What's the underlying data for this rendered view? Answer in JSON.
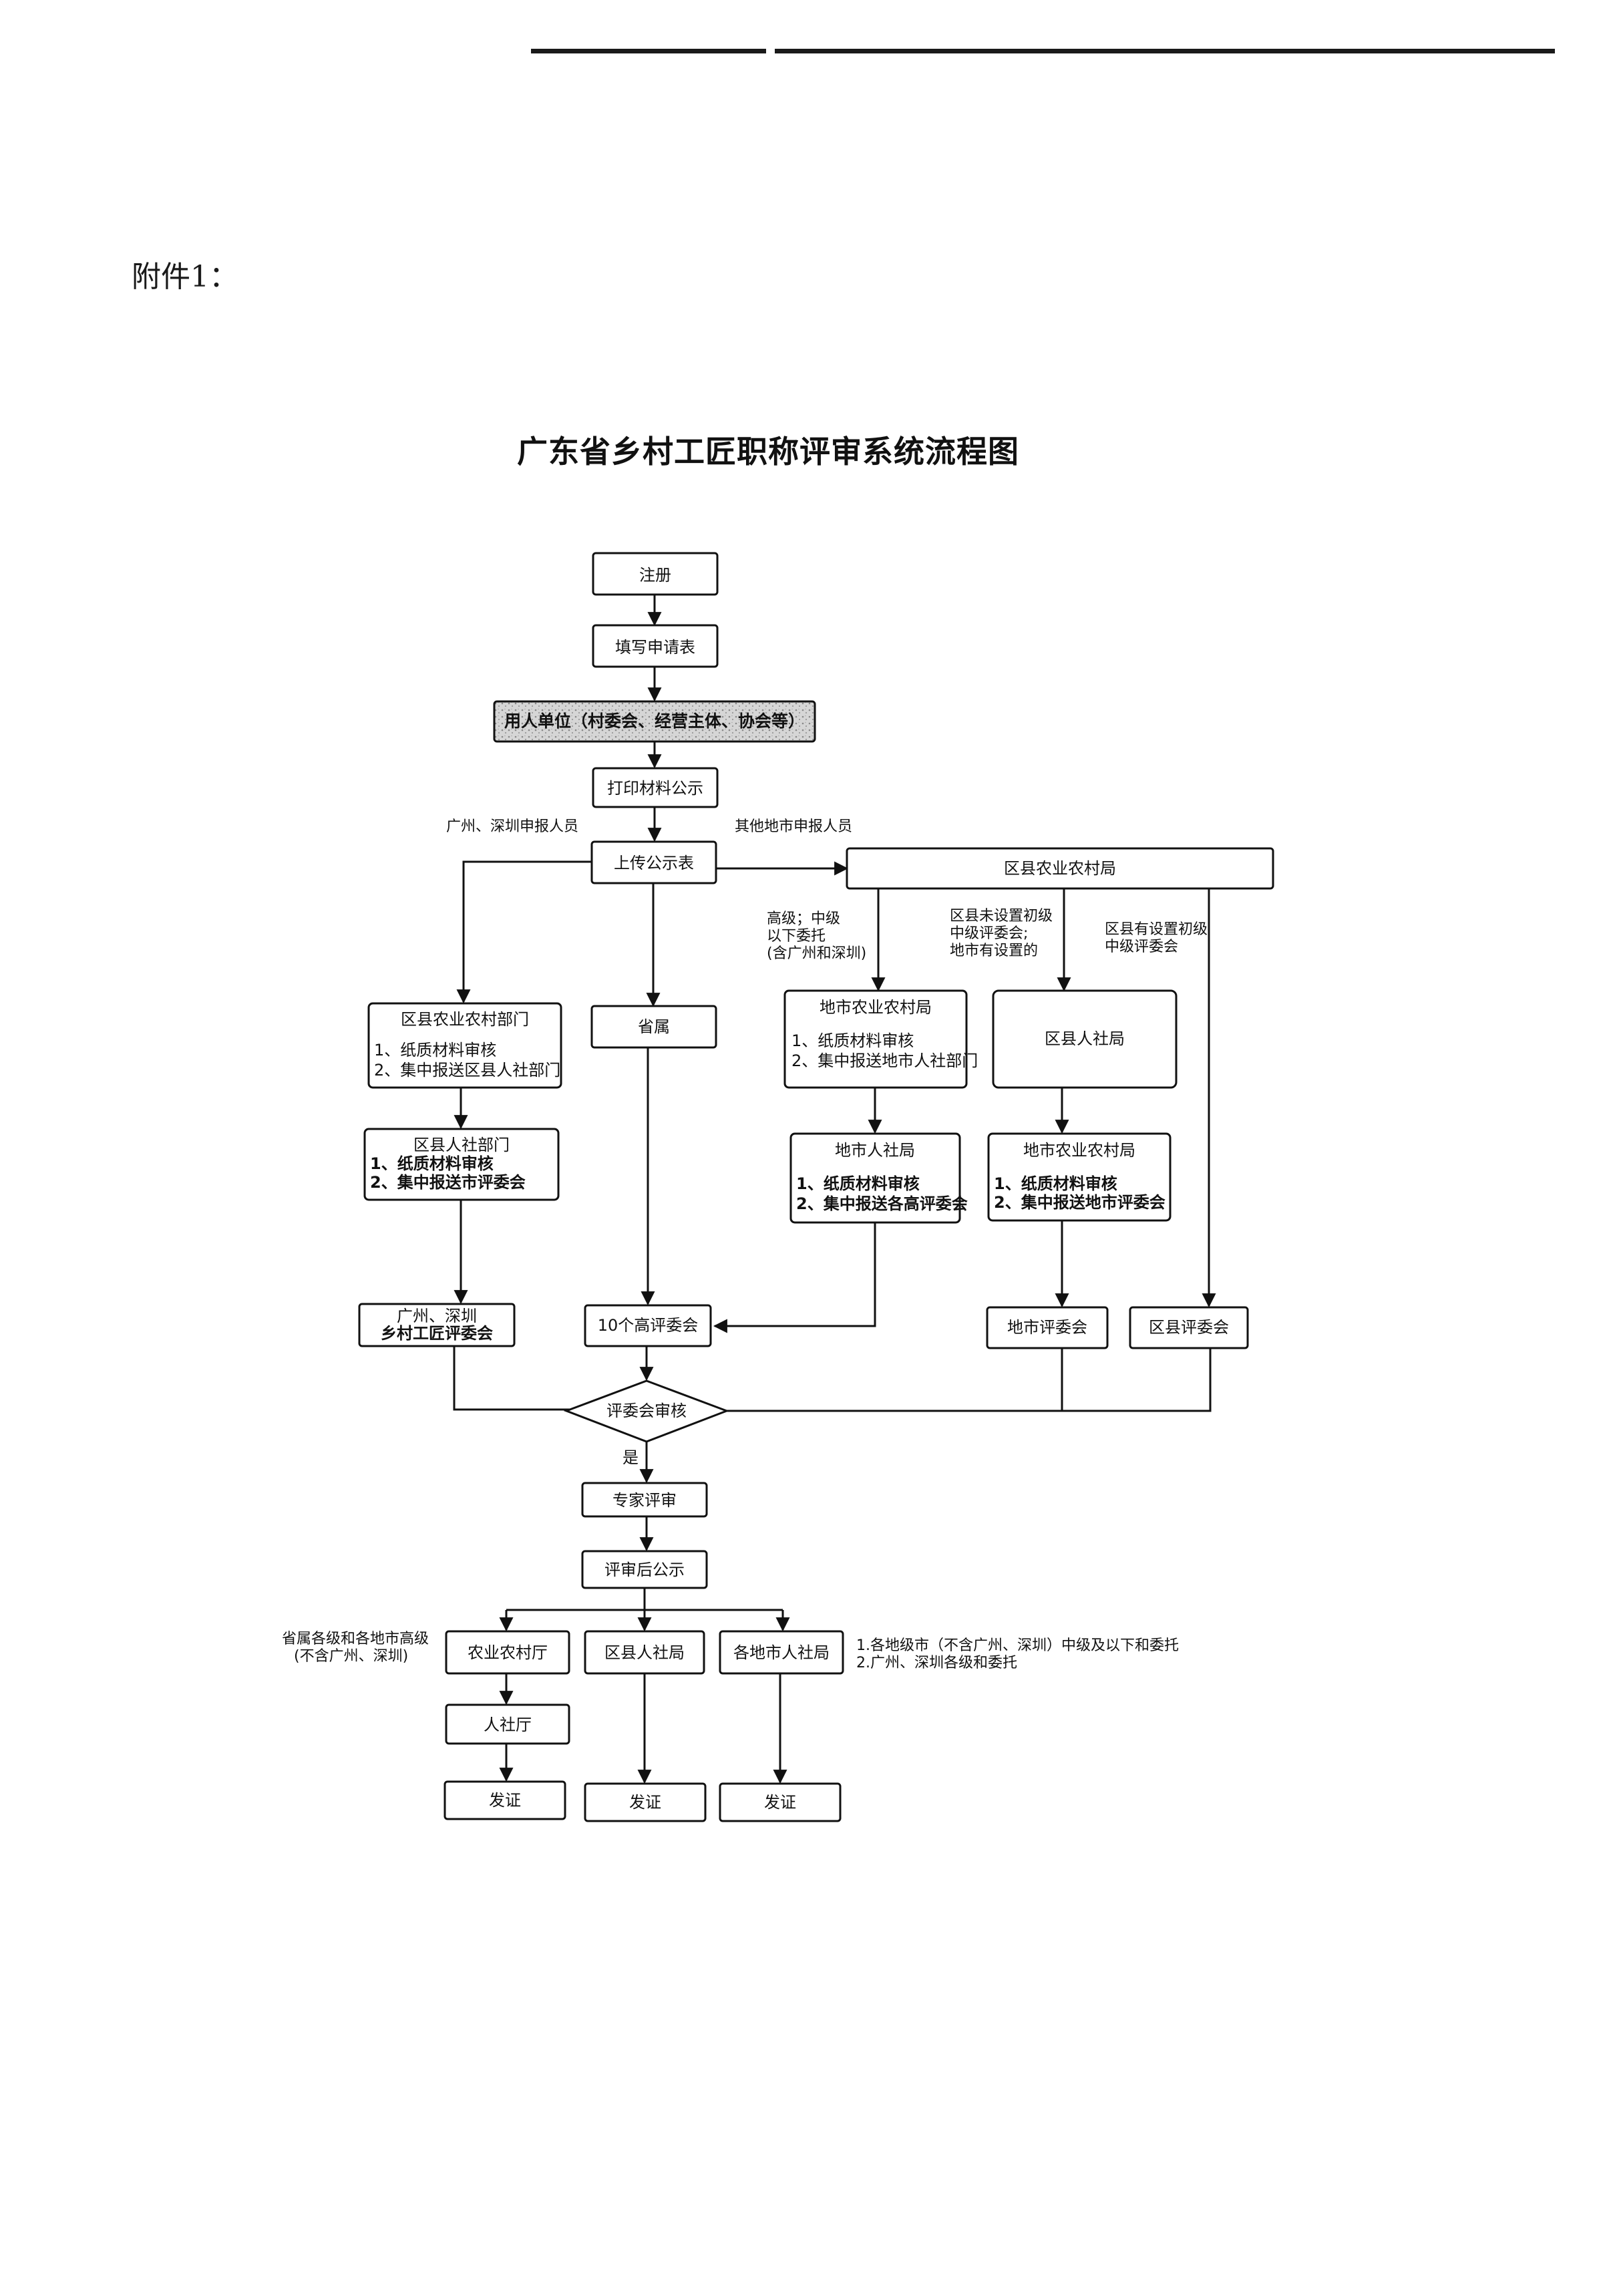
{
  "attachment_label": "附件1：",
  "title": "广东省乡村工匠职称评审系统流程图",
  "nodes": {
    "register": "注册",
    "fill_form": "填写申请表",
    "employer": "用人单位（村委会、经营主体、协会等）",
    "print_publicity": "打印材料公示",
    "upload_publicity": "上传公示表",
    "county_agri_bureau": "区县农业农村局",
    "county_agri_dept": {
      "title": "区县农业农村部门",
      "line1": "1、纸质材料审核",
      "line2": "2、集中报送区县人社部门"
    },
    "provincial": "省属",
    "city_agri_bureau": {
      "title": "地市农业农村局",
      "line1": "1、纸质材料审核",
      "line2": "2、集中报送地市人社部门"
    },
    "county_hr_bureau_mid": "区县人社局",
    "county_hr_dept": {
      "title": "区县人社部门",
      "line1": "1、纸质材料审核",
      "line2": "2、集中报送市评委会"
    },
    "city_hr_bureau": {
      "title": "地市人社局",
      "line1": "1、纸质材料审核",
      "line2": "2、集中报送各高评委会"
    },
    "city_agri_bureau2": {
      "title": "地市农业农村局",
      "line1": "1、纸质材料审核",
      "line2": "2、集中报送地市评委会"
    },
    "gz_sz_committee": {
      "line1": "广州、深圳",
      "line2": "乡村工匠评委会"
    },
    "ten_committees": "10个高评委会",
    "city_committee": "地市评委会",
    "county_committee": "区县评委会",
    "committee_review": "评委会审核",
    "expert_review": "专家评审",
    "post_publicity": "评审后公示",
    "agri_dept_prov": "农业农村厅",
    "county_hr_bureau": "区县人社局",
    "city_hr_bureaus": "各地市人社局",
    "hr_dept_prov": "人社厅",
    "cert1": "发证",
    "cert2": "发证",
    "cert3": "发证"
  },
  "labels": {
    "gz_sz_applicants": "广州、深圳申报人员",
    "other_applicants": "其他地市申报人员",
    "branch1": [
      "高级；中级",
      "以下委托",
      "(含广州和深圳)"
    ],
    "branch2": [
      "区县未设置初级",
      "中级评委会;",
      "地市有设置的"
    ],
    "branch3": [
      "区县有设置初级",
      "中级评委会"
    ],
    "yes": "是",
    "prov_note": [
      "省属各级和各地市高级",
      "(不含广州、深圳)"
    ],
    "city_note": [
      "1.各地级市（不含广州、深圳）中级及以下和委托",
      "2.广州、深圳各级和委托"
    ]
  }
}
